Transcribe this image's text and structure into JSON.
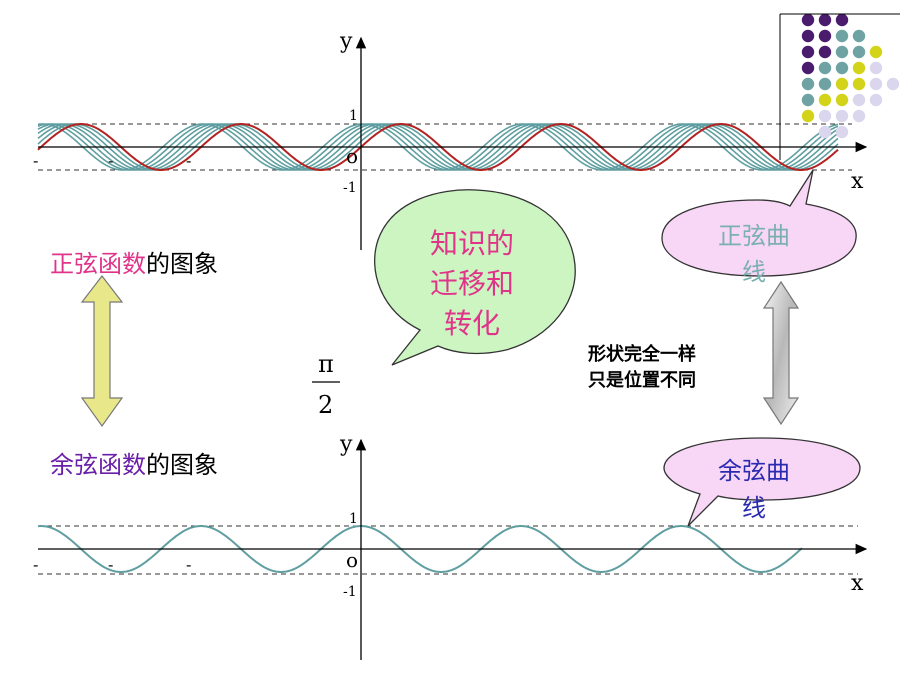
{
  "colors": {
    "sine_curve": "#b22222",
    "shift_curves": "#5f9ea0",
    "cosine_curve": "#5f9ea0",
    "sin_label": "#e0348a",
    "cos_label": "#6a1fa8",
    "bubble_green": "#ccf5c2",
    "bubble_pink": "#f8d6f5",
    "arrow_yellow": "#e8e88a",
    "dot_purple": "#4b1b6e",
    "dot_teal": "#6fa3a3",
    "dot_yellow": "#d3d31a",
    "dot_lavender": "#dad6ee"
  },
  "top_graph": {
    "y_label": "y",
    "x_label": "x",
    "one_label": "1",
    "neg_one_label": "-1",
    "origin_label": "o",
    "dash_marks": [
      "-",
      "-",
      "-"
    ]
  },
  "bottom_graph": {
    "y_label": "y",
    "x_label": "x",
    "one_label": "1",
    "neg_one_label": "-1",
    "origin_label": "o",
    "dash_marks": [
      "-",
      "-",
      "-"
    ]
  },
  "pi_fraction": {
    "numerator": "π",
    "denominator": "2"
  },
  "sin_title": {
    "colored": "正弦函数",
    "rest": "的图象"
  },
  "cos_title": {
    "colored": "余弦函数",
    "rest": "的图象"
  },
  "knowledge_bubble": {
    "line1": "知识的",
    "line2": "迁移和",
    "line3": "转化"
  },
  "sine_bubble": {
    "line1": "正弦曲",
    "line2": "线"
  },
  "cosine_bubble": {
    "line1": "余弦曲",
    "line2": "线"
  },
  "note": {
    "line1": "形状完全一样",
    "line2": "只是位置不同"
  }
}
